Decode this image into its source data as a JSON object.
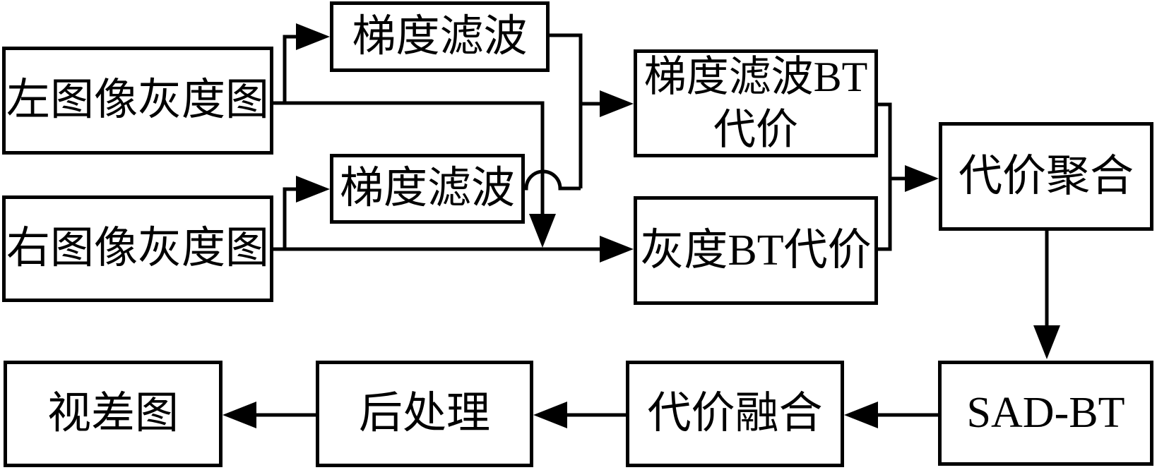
{
  "nodes": {
    "left_gray": {
      "label": "左图像灰度图"
    },
    "right_gray": {
      "label": "右图像灰度图"
    },
    "grad_filter_top": {
      "label": "梯度滤波"
    },
    "grad_filter_bot": {
      "label": "梯度滤波"
    },
    "grad_bt_cost": {
      "label": "梯度滤波BT代价"
    },
    "gray_bt_cost": {
      "label": "灰度BT代价"
    },
    "cost_aggregation": {
      "label": "代价聚合"
    },
    "sad_bt": {
      "label": "SAD-BT"
    },
    "cost_fusion": {
      "label": "代价融合"
    },
    "post_processing": {
      "label": "后处理"
    },
    "disparity_map": {
      "label": "视差图"
    }
  },
  "colors": {
    "line": "#000000",
    "box_fill": "#ffffff",
    "background": "#ffffff"
  }
}
